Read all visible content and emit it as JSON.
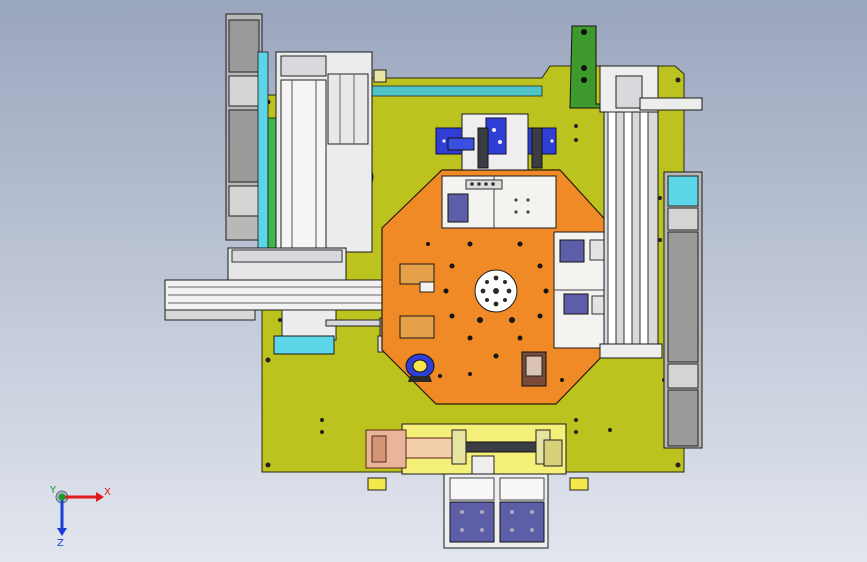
{
  "viewport": {
    "background_top": "#9aa6be",
    "background_bottom": "#e2e6ee"
  },
  "colors": {
    "base_plate": "#bcc21e",
    "rotary_table": "#f08a26",
    "fixture_white": "#f3f3ef",
    "module_blue": "#2f3fd6",
    "bracket_green": "#3f9a2e",
    "cyan_strip": "#5cd6e6",
    "dark_steel": "#3a3e44",
    "hole_black": "#111111",
    "gripper_copper": "#e8b59a",
    "rail_gray": "#d7d9dc",
    "fixture_purple": "#5d5ea8"
  },
  "triad": {
    "x_label": "X",
    "y_label": "Y",
    "z_label": "Z",
    "x_color": "#e01b1b",
    "y_color": "#1a9e2a",
    "z_color": "#1a3ed6"
  }
}
